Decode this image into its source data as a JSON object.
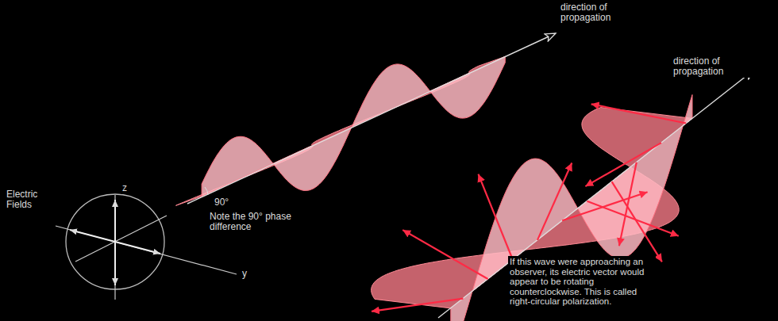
{
  "diagram": {
    "labels": [
      "direction of propagation",
      "direction of propagation",
      "Electric Fields",
      "z",
      "y",
      "90°",
      "Note the 90° phase difference",
      "If this wave were approaching an observer, its electric vector would appear to be rotating counterclockwise. This is called right-circular polarization."
    ]
  }
}
